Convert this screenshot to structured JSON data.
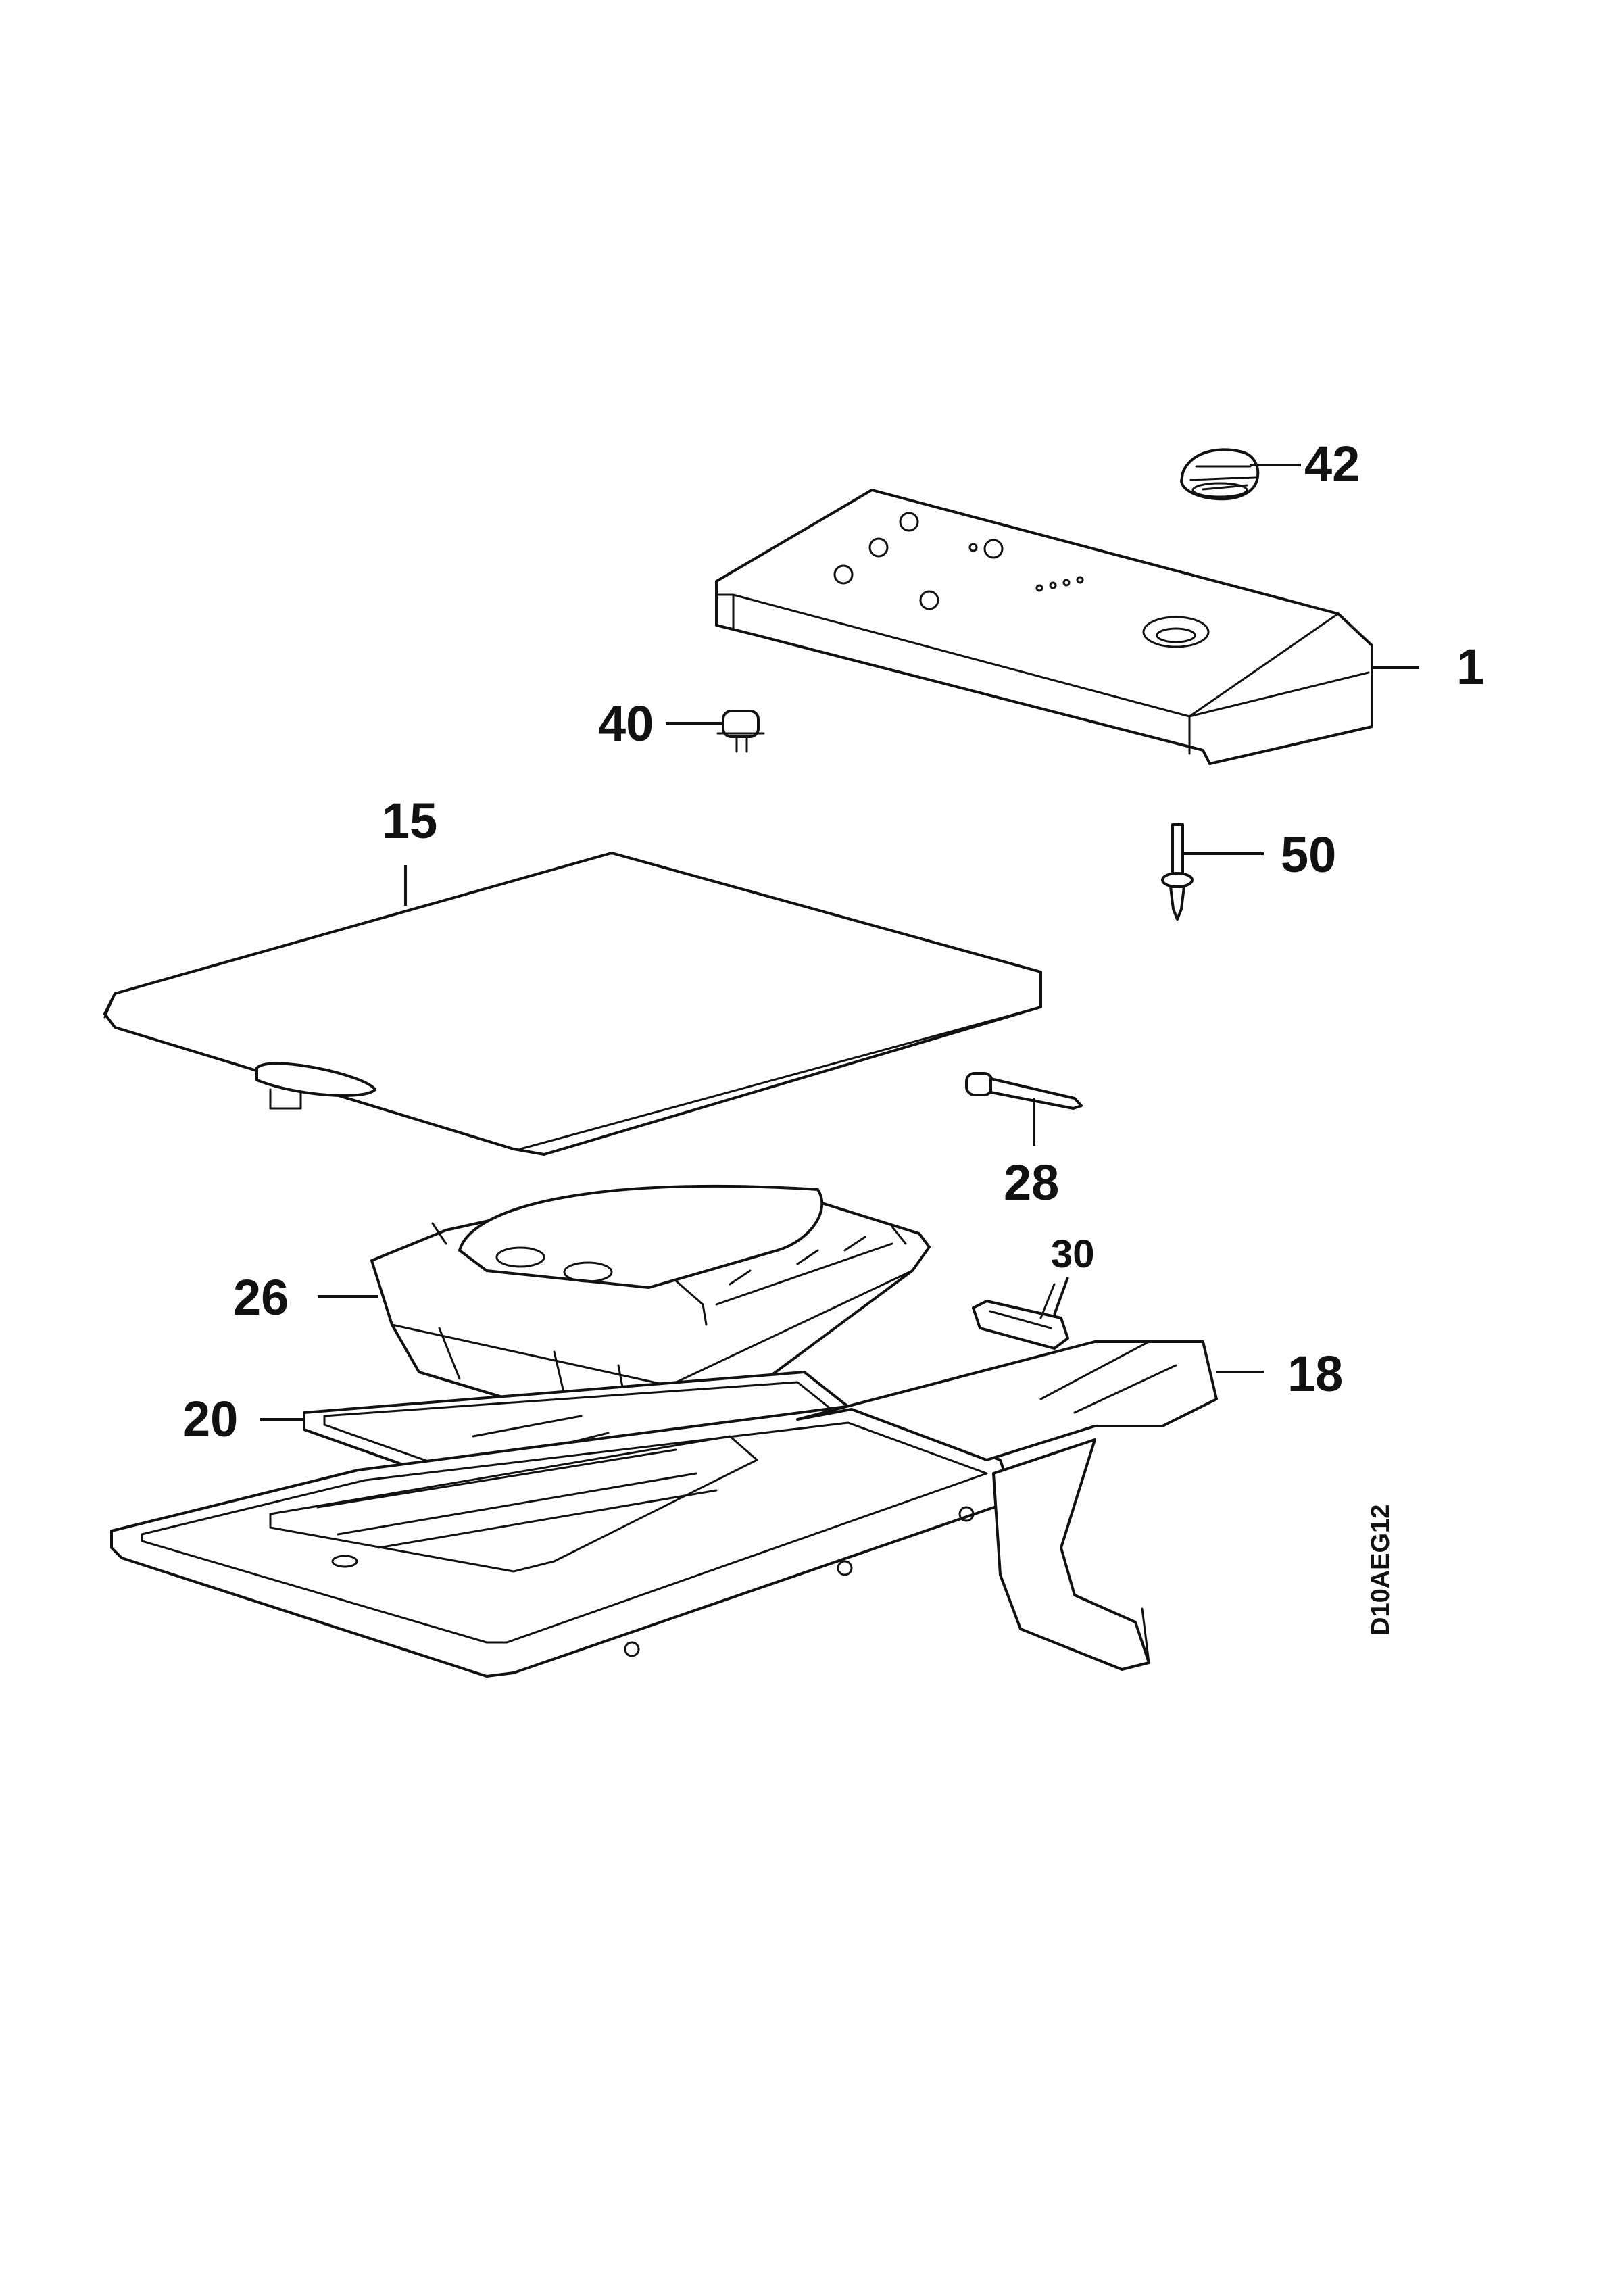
{
  "diagram": {
    "drawing_code": "D10AEG12",
    "callouts": {
      "p42": "42",
      "p1": "1",
      "p40": "40",
      "p15": "15",
      "p50": "50",
      "p28": "28",
      "p30": "30",
      "p26": "26",
      "p18": "18",
      "p20": "20"
    }
  }
}
